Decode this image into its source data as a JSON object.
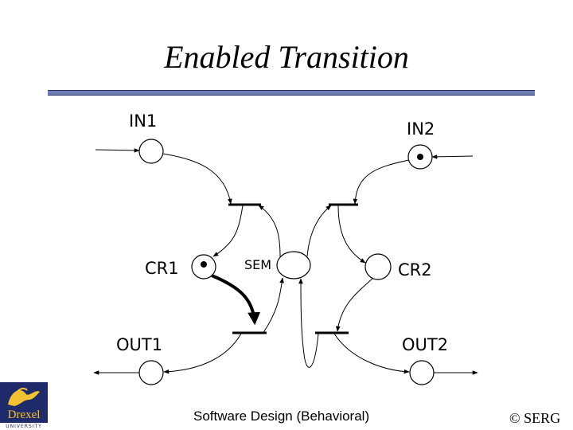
{
  "title": "Enabled Transition",
  "places": {
    "in1": "IN1",
    "in2": "IN2",
    "cr1": "CR1",
    "cr2": "CR2",
    "sem": "SEM",
    "out1": "OUT1",
    "out2": "OUT2"
  },
  "footer": "Software Design (Behavioral)",
  "copyright": "© SERG",
  "logo": {
    "word": "Drexel",
    "university": "UNIVERSITY"
  },
  "colors": {
    "title_bar": "#6d7bb3",
    "logo_bg": "#1f2a6b",
    "logo_accent": "#f2c230"
  }
}
